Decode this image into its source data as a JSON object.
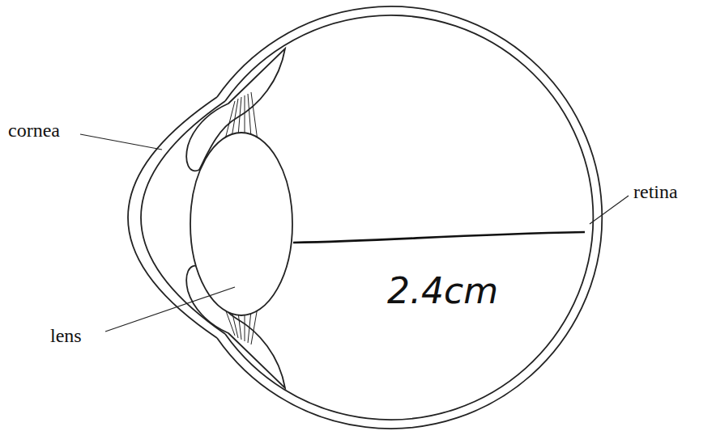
{
  "diagram": {
    "labels": [
      "cornea",
      "lens",
      "retina",
      "2.4cm"
    ]
  }
}
